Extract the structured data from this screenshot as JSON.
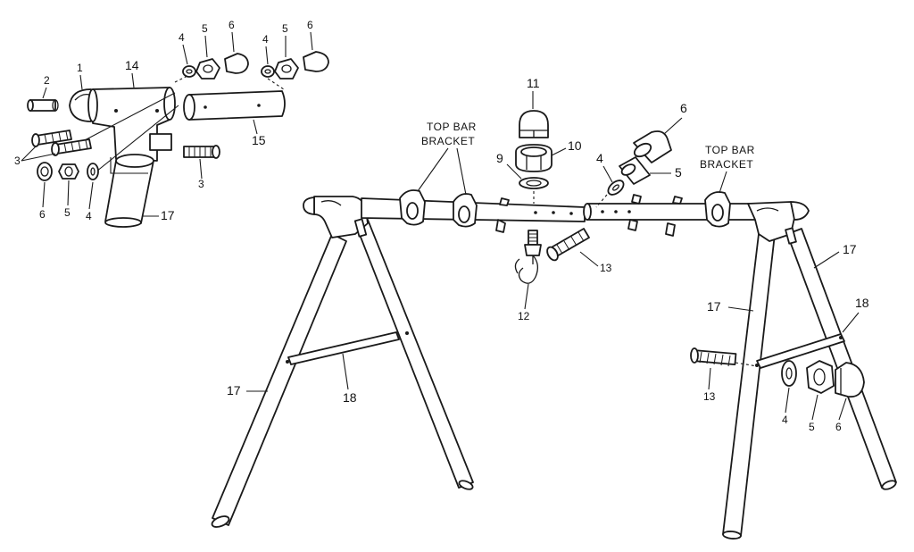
{
  "diagram": {
    "brackets": {
      "left": {
        "line1": "TOP BAR",
        "line2": "BRACKET"
      },
      "right": {
        "line1": "TOP BAR",
        "line2": "BRACKET"
      }
    },
    "labels": {
      "inset_2": "2",
      "inset_1": "1",
      "inset_14": "14",
      "inset_4a": "4",
      "inset_5a": "5",
      "inset_6a": "6",
      "inset_4b": "4",
      "inset_5b": "5",
      "inset_6b": "6",
      "inset_15": "15",
      "inset_3a": "3",
      "inset_3b": "3",
      "inset_6c": "6",
      "inset_5c": "5",
      "inset_4c": "4",
      "inset_17": "17",
      "center_11": "11",
      "center_10": "10",
      "center_9": "9",
      "center_12": "12",
      "center_13": "13",
      "right_4": "4",
      "right_6": "6",
      "right_5": "5",
      "left_17": "17",
      "left_18": "18",
      "right_17a": "17",
      "right_17b": "17",
      "right_18": "18",
      "right_13": "13",
      "right_4b": "4",
      "right_5b": "5",
      "right_6b": "6"
    }
  }
}
